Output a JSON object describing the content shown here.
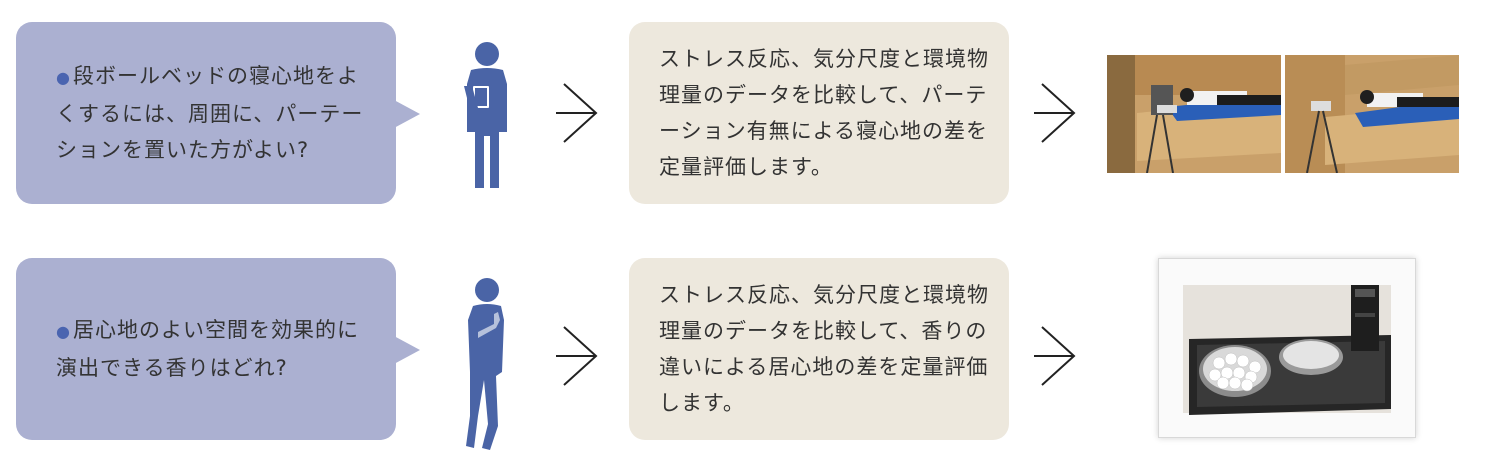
{
  "rows": [
    {
      "question_bullet": "●",
      "question": "段ボールベッドの寝心地をよくするには、周囲に、パーテーションを置いた方がよい?",
      "method": "ストレス反応、気分尺度と環境物理量のデータを比較して、パーテーション有無による寝心地の差を定量評価します。"
    },
    {
      "question_bullet": "●",
      "question": "居心地のよい空間を効果的に演出できる香りはどれ?",
      "method": "ストレス反応、気分尺度と環境物理量のデータを比較して、香りの違いによる居心地の差を定量評価します。"
    }
  ],
  "colors": {
    "question_box": "#abb0d1",
    "method_box": "#ede8dd",
    "person": "#4a64a6",
    "bullet": "#4a64b0"
  },
  "icons": [
    "person-with-clipboard-icon",
    "person-thinking-icon",
    "arrow-right-icon"
  ]
}
